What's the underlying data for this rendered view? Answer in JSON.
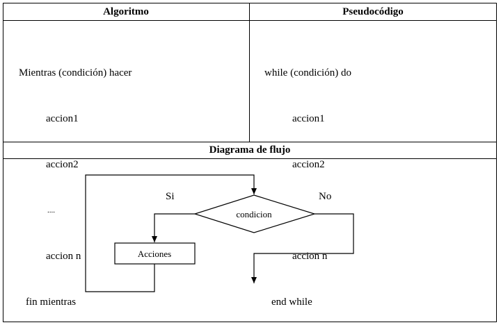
{
  "headers": {
    "algorithm": "Algoritmo",
    "pseudocode": "Pseudocódigo",
    "flowchart": "Diagrama de flujo"
  },
  "algorithm_lines": [
    "Mientras (condición) hacer",
    "accion1",
    "accion2",
    "....",
    "accion n",
    "fin mientras"
  ],
  "pseudocode_lines": [
    "while (condición) do",
    "accion1",
    "accion2",
    "....",
    "accion n",
    "end while"
  ],
  "flowchart": {
    "yes_label": "Si",
    "no_label": "No",
    "condition_label": "condicion",
    "action_label": "Acciones"
  }
}
